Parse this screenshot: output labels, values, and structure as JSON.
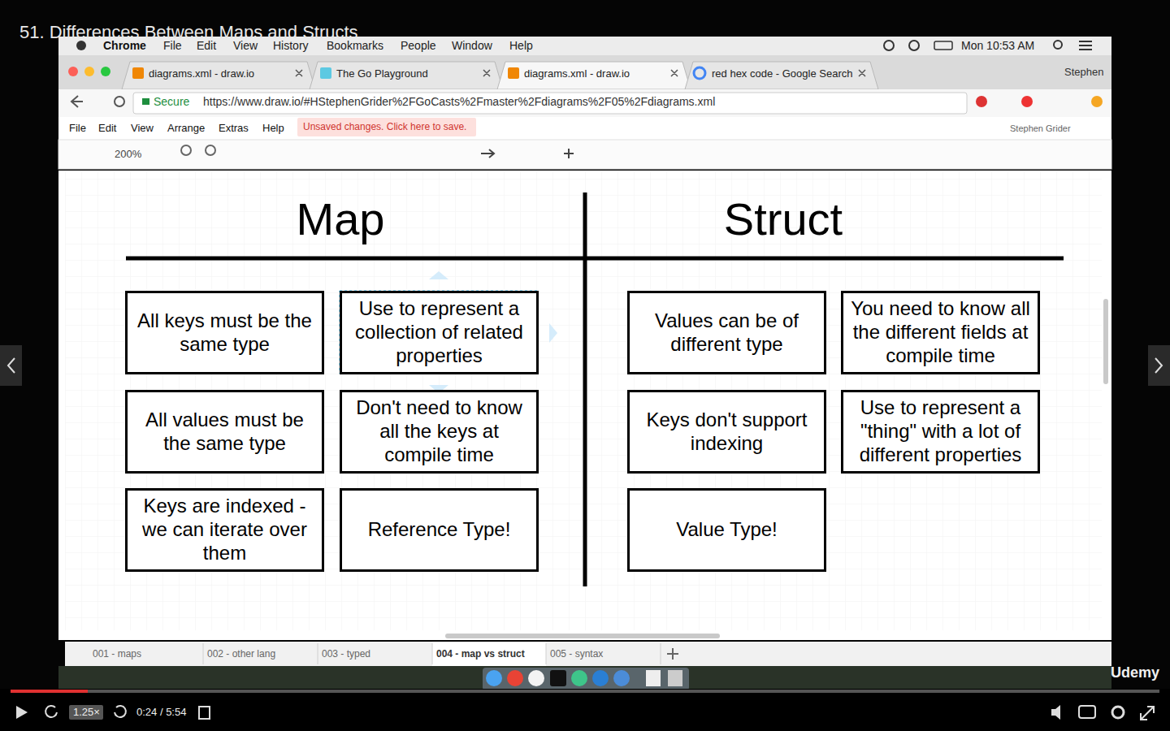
{
  "diagram": {
    "title": "51. Differences Between Maps and Structs",
    "nodes": [
      {
        "text": [
          "All keys must be the same type"
        ]
      },
      {
        "text": [
          "Use to represent a collection of related properties"
        ]
      },
      {
        "text": [
          "Values can be of different type"
        ]
      },
      {
        "text": [
          "You need to know all the different fields at compile time"
        ]
      },
      {
        "text": [
          "All values must be the same type"
        ]
      },
      {
        "text": [
          "Don't need to know all the keys at compile time"
        ]
      },
      {
        "text": [
          "Keys don't support indexing"
        ]
      },
      {
        "text": [
          "Use to represent a \"thing\" with a lot of different properties"
        ]
      },
      {
        "text": [
          "Keys are indexed - we can iterate over them"
        ]
      },
      {
        "text": [
          "Reference Type!"
        ]
      },
      {
        "text": [
          "Value Type!"
        ]
      }
    ],
    "labels": [
      "Chrome",
      "File",
      "Edit",
      "View",
      "History",
      "Bookmarks",
      "People",
      "Window",
      "Help",
      "Mon 10:53 AM",
      "diagrams.xml - draw.io",
      "The Go Playground",
      "diagrams.xml - draw.io",
      "red hex code - Google Search",
      "Stephen",
      "Secure",
      "https://www.draw.io/#HStephenGrider%2FGoCasts%2Fmaster%2Fdiagrams%2F05%2Fdiagrams.xml",
      "File",
      "Edit",
      "View",
      "Arrange",
      "Extras",
      "Help",
      "Unsaved changes. Click here to save.",
      "Stephen Grider",
      "200%",
      "Map",
      "Struct",
      "001 - maps",
      "002 - other lang",
      "003 - typed",
      "004 - map vs struct",
      "005 - syntax",
      "Udemy",
      "1.25×",
      "0:24 / 5:54"
    ]
  }
}
